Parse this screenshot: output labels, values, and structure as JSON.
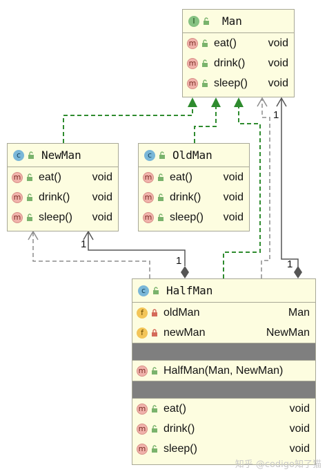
{
  "man": {
    "name": "Man",
    "badge": "I",
    "methods": [
      {
        "badge": "m",
        "name": "eat()",
        "type": "void"
      },
      {
        "badge": "m",
        "name": "drink()",
        "type": "void"
      },
      {
        "badge": "m",
        "name": "sleep()",
        "type": "void"
      }
    ]
  },
  "newman": {
    "name": "NewMan",
    "badge": "c",
    "methods": [
      {
        "badge": "m",
        "name": "eat()",
        "type": "void"
      },
      {
        "badge": "m",
        "name": "drink()",
        "type": "void"
      },
      {
        "badge": "m",
        "name": "sleep()",
        "type": "void"
      }
    ]
  },
  "oldman": {
    "name": "OldMan",
    "badge": "c",
    "methods": [
      {
        "badge": "m",
        "name": "eat()",
        "type": "void"
      },
      {
        "badge": "m",
        "name": "drink()",
        "type": "void"
      },
      {
        "badge": "m",
        "name": "sleep()",
        "type": "void"
      }
    ]
  },
  "halfman": {
    "name": "HalfMan",
    "badge": "c",
    "fields": [
      {
        "badge": "f",
        "name": "oldMan",
        "type": "Man"
      },
      {
        "badge": "f",
        "name": "newMan",
        "type": "NewMan"
      }
    ],
    "constructor": {
      "badge": "m",
      "name": "HalfMan(Man, NewMan)"
    },
    "methods": [
      {
        "badge": "m",
        "name": "eat()",
        "type": "void"
      },
      {
        "badge": "m",
        "name": "drink()",
        "type": "void"
      },
      {
        "badge": "m",
        "name": "sleep()",
        "type": "void"
      }
    ]
  },
  "multiplicity": {
    "newman_end": "1",
    "halfman_newman_end": "1",
    "man_end": "1",
    "halfman_man_end": "1"
  },
  "watermark": "知乎 @codigo知了猫",
  "colors": {
    "realization": "#2e8b2e",
    "dependency": "#8c8c8c",
    "association": "#555555",
    "box_fill": "#fdfde0",
    "box_border": "#a7a796"
  }
}
